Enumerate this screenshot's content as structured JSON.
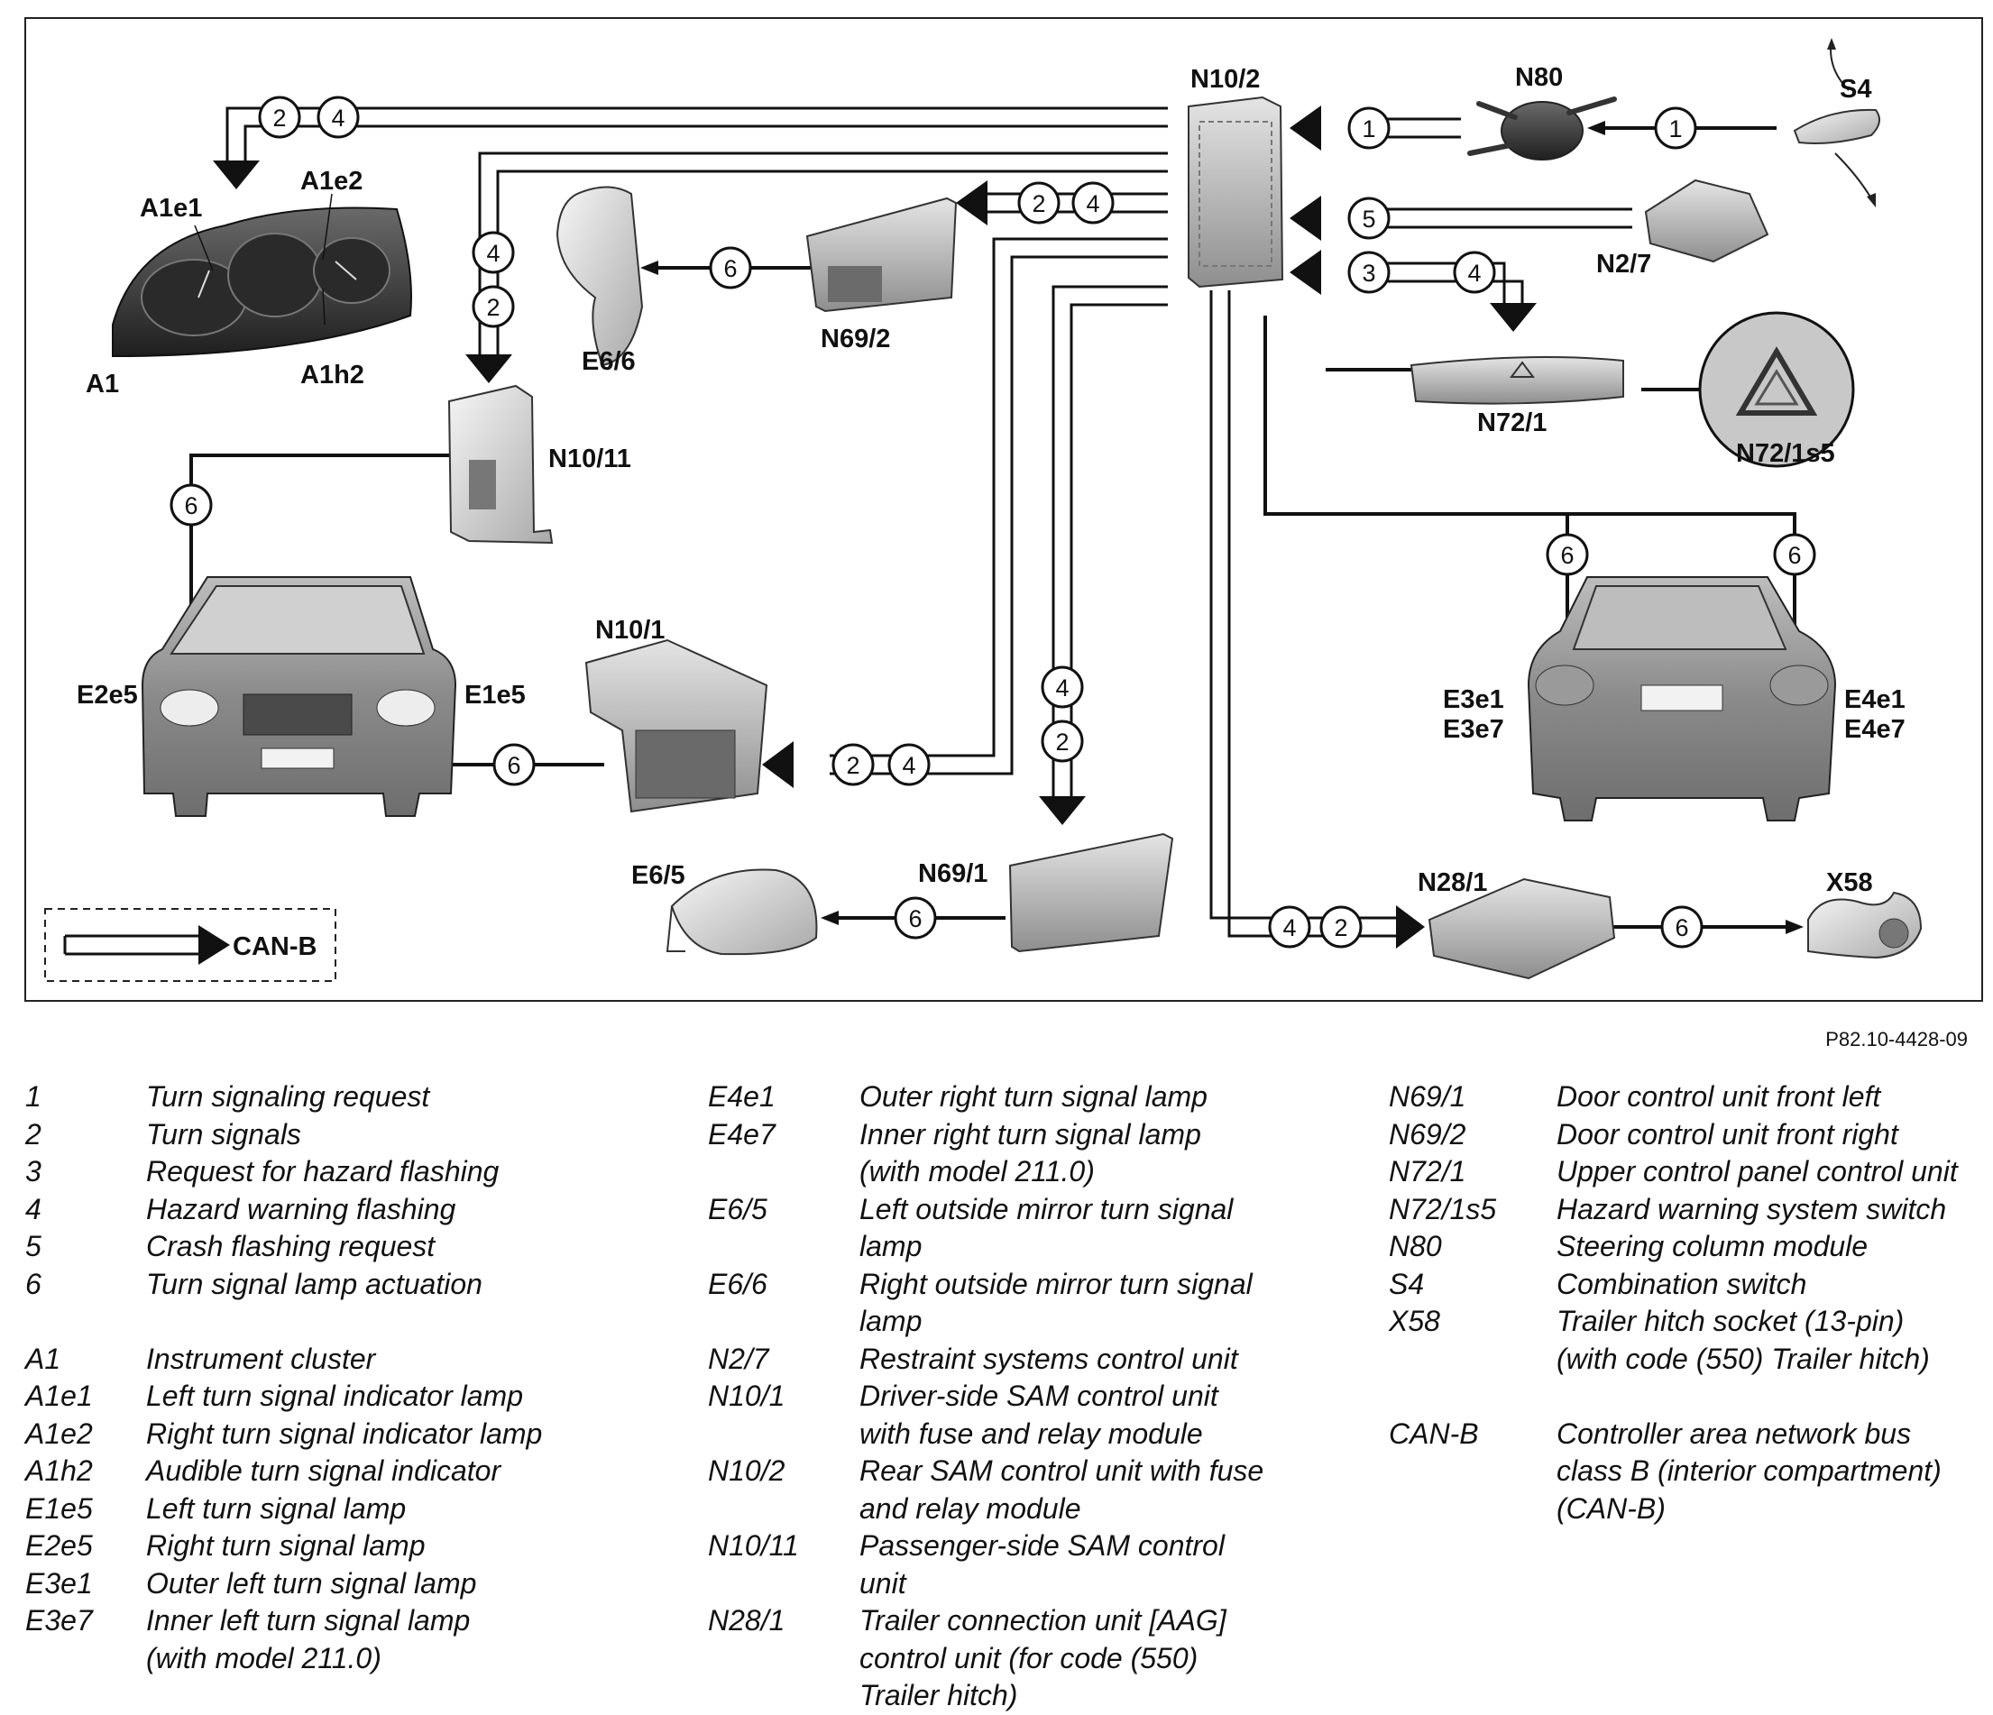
{
  "diagram": {
    "components": {
      "A1": "A1",
      "A1e1": "A1e1",
      "A1e2": "A1e2",
      "A1h2": "A1h2",
      "E2e5": "E2e5",
      "E1e5": "E1e5",
      "E6_6": "E6/6",
      "E6_5": "E6/5",
      "N69_2": "N69/2",
      "N69_1": "N69/1",
      "N10_11": "N10/11",
      "N10_1": "N10/1",
      "N10_2": "N10/2",
      "N80": "N80",
      "S4": "S4",
      "N2_7": "N2/7",
      "N72_1": "N72/1",
      "N72_1s5": "N72/1s5",
      "E3e1": "E3e1",
      "E3e7": "E3e7",
      "E4e1": "E4e1",
      "E4e7": "E4e7",
      "N28_1": "N28/1",
      "X58": "X58"
    },
    "can_b_label": "CAN-B",
    "signal_numbers": [
      "1",
      "2",
      "3",
      "4",
      "5",
      "6"
    ],
    "figure_ref": "P82.10-4428-09"
  },
  "legend": {
    "col1": [
      {
        "key": "1",
        "value": "Turn signaling request"
      },
      {
        "key": "2",
        "value": "Turn signals"
      },
      {
        "key": "3",
        "value": "Request for hazard flashing"
      },
      {
        "key": "4",
        "value": "Hazard warning flashing"
      },
      {
        "key": "5",
        "value": "Crash flashing request"
      },
      {
        "key": "6",
        "value": "Turn signal lamp actuation"
      },
      {
        "key": "A1",
        "value": "Instrument cluster"
      },
      {
        "key": "A1e1",
        "value": "Left turn signal indicator lamp"
      },
      {
        "key": "A1e2",
        "value": "Right turn signal indicator lamp"
      },
      {
        "key": "A1h2",
        "value": "Audible turn signal indicator"
      },
      {
        "key": "E1e5",
        "value": "Left turn signal lamp"
      },
      {
        "key": "E2e5",
        "value": "Right turn signal lamp"
      },
      {
        "key": "E3e1",
        "value": "Outer left turn signal lamp"
      },
      {
        "key": "E3e7",
        "value": "Inner left turn signal lamp",
        "value2": "(with model 211.0)"
      }
    ],
    "col2": [
      {
        "key": "E4e1",
        "value": "Outer right turn signal lamp"
      },
      {
        "key": "E4e7",
        "value": "Inner right turn signal lamp",
        "value2": "(with model 211.0)"
      },
      {
        "key": "E6/5",
        "value": "Left outside mirror turn signal",
        "value2": "lamp"
      },
      {
        "key": "E6/6",
        "value": "Right outside mirror turn signal",
        "value2": "lamp"
      },
      {
        "key": "N2/7",
        "value": "Restraint systems control unit"
      },
      {
        "key": "N10/1",
        "value": "Driver-side SAM control unit",
        "value2": "with fuse and relay module"
      },
      {
        "key": "N10/2",
        "value": "Rear SAM control unit with fuse",
        "value2": "and relay module"
      },
      {
        "key": "N10/11",
        "value": "Passenger-side SAM control",
        "value2": "unit"
      },
      {
        "key": "N28/1",
        "value": "Trailer connection unit [AAG]",
        "value2": "control unit (for code (550)",
        "value3": "Trailer hitch)"
      }
    ],
    "col3": [
      {
        "key": "N69/1",
        "value": "Door control unit front left"
      },
      {
        "key": "N69/2",
        "value": "Door control unit front right"
      },
      {
        "key": "N72/1",
        "value": "Upper control panel control unit"
      },
      {
        "key": "N72/1s5",
        "value": "Hazard warning system switch"
      },
      {
        "key": "N80",
        "value": "Steering column module"
      },
      {
        "key": "S4",
        "value": "Combination switch"
      },
      {
        "key": "X58",
        "value": "Trailer hitch socket (13-pin)",
        "value2": "(with code (550) Trailer hitch)"
      },
      {
        "key": "CAN-B",
        "value": "Controller area network bus",
        "value2": "class B (interior compartment)",
        "value3": "(CAN-B)"
      }
    ]
  }
}
